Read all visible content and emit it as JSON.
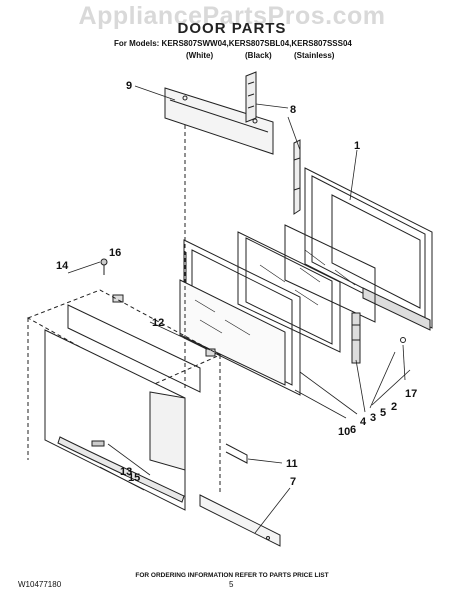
{
  "header": {
    "watermark": "AppliancePartsPros.com",
    "title": "DOOR PARTS",
    "models_line": "For Models: KERS807SWW04,KERS807SBL04,KERS807SSS04",
    "variants": [
      "(White)",
      "(Black)",
      "(Stainless)"
    ]
  },
  "callouts": [
    "1",
    "2",
    "3",
    "4",
    "5",
    "6",
    "7",
    "8",
    "9",
    "10",
    "11",
    "12",
    "13",
    "14",
    "15",
    "16",
    "17"
  ],
  "footer": {
    "note": "FOR ORDERING INFORMATION REFER TO PARTS PRICE LIST",
    "doc_number": "W10477180",
    "page": "5"
  },
  "colors": {
    "line": "#222222",
    "watermark": "#d9d9d9"
  }
}
